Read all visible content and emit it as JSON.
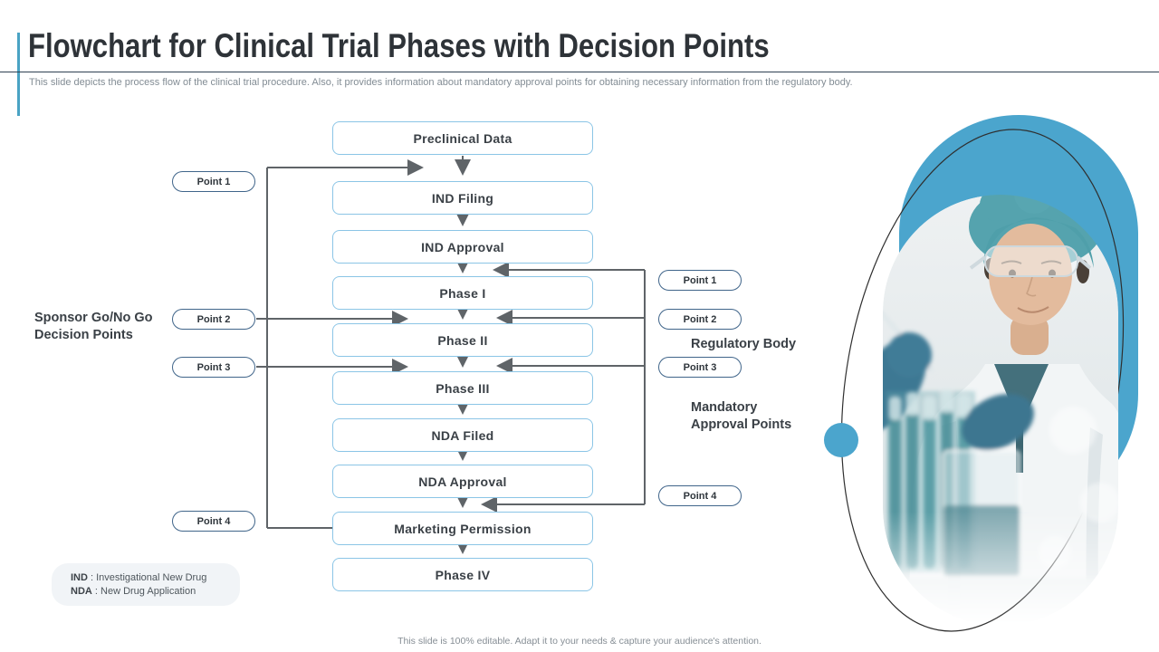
{
  "header": {
    "title": "Flowchart for Clinical Trial Phases with Decision Points",
    "subtitle": "This slide depicts the process flow of the clinical trial procedure. Also, it provides information about mandatory approval points for obtaining necessary information from the regulatory body."
  },
  "flow": {
    "steps": [
      "Preclinical Data",
      "IND Filing",
      "IND Approval",
      "Phase I",
      "Phase II",
      "Phase III",
      "NDA Filed",
      "NDA Approval",
      "Marketing Permission",
      "Phase IV"
    ]
  },
  "left_panel": {
    "points": [
      "Point 1",
      "Point 2",
      "Point 3",
      "Point 4"
    ],
    "label": "Sponsor Go/No Go Decision Points"
  },
  "right_panel": {
    "points": [
      "Point 1",
      "Point 2",
      "Point 3",
      "Point 4"
    ],
    "label_regulatory": "Regulatory Body",
    "label_mandatory": "Mandatory Approval Points"
  },
  "legend": {
    "items": [
      {
        "abbr": "IND",
        "sep": " : ",
        "full": "Investigational New Drug"
      },
      {
        "abbr": "NDA",
        "sep": " : ",
        "full": "New Drug Application"
      }
    ]
  },
  "footer": {
    "note": "This slide is 100% editable. Adapt it to your needs & capture your audience's attention."
  },
  "colors": {
    "accent_blue": "#4BA5CD",
    "teal_accent_line": "#4AA3C4",
    "box_border": "#8BC5E6",
    "pill_border": "#40658A",
    "connector_gray": "#5F6468",
    "title_text": "#2E3338",
    "divider_navy": "#2E4052"
  }
}
